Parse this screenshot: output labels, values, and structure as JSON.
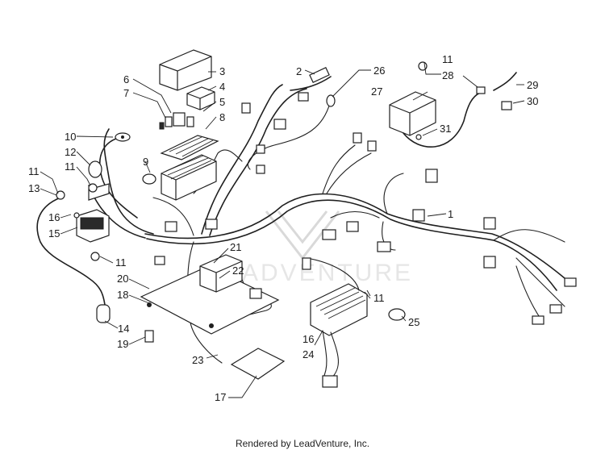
{
  "callouts": [
    "1",
    "2",
    "3",
    "4",
    "5",
    "6",
    "7",
    "8",
    "9",
    "10",
    "11",
    "11",
    "11",
    "11",
    "11",
    "12",
    "13",
    "14",
    "15",
    "16",
    "16",
    "17",
    "18",
    "19",
    "20",
    "21",
    "22",
    "23",
    "24",
    "25",
    "26",
    "27",
    "28",
    "29",
    "30",
    "31"
  ],
  "watermark": "ADVENTURE",
  "footer": "Rendered by LeadVenture, Inc."
}
